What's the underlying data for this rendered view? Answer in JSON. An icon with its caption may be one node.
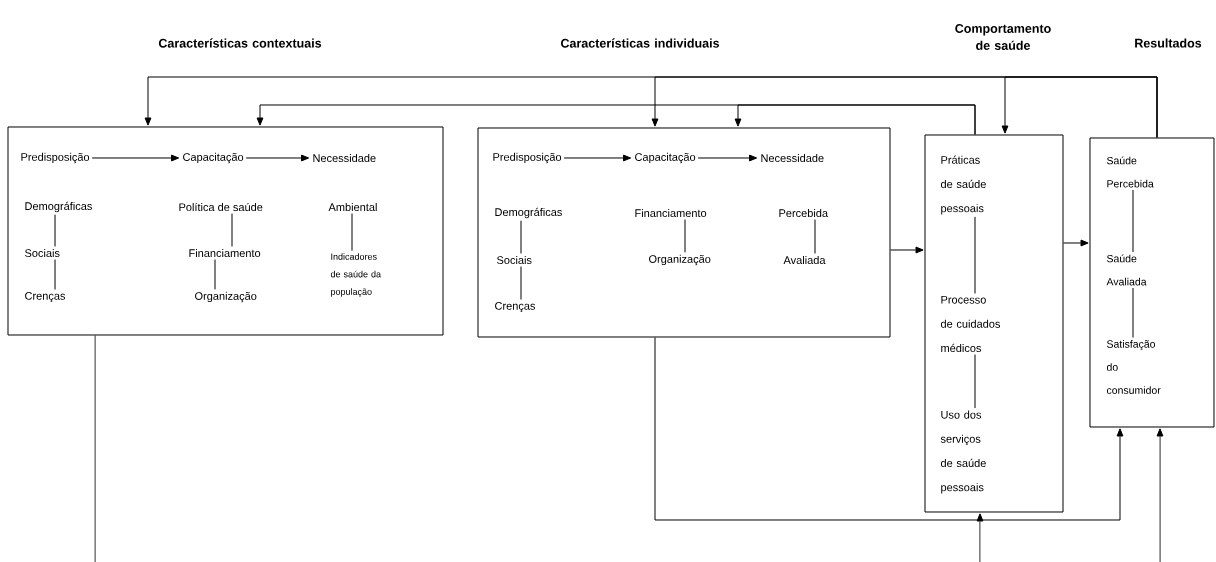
{
  "diagram": {
    "nodes": [
      {
        "text": [],
        "shape": "box"
      },
      {
        "text": [
          "Predisposição"
        ],
        "in": 0
      },
      {
        "text": [
          "Capacitação"
        ],
        "in": 0
      },
      {
        "text": [
          "Necessidade"
        ],
        "in": 0
      },
      {
        "text": [
          "Demográficas"
        ],
        "in": 0
      },
      {
        "text": [
          "Política de saúde"
        ],
        "in": 0
      },
      {
        "text": [
          "Ambiental"
        ],
        "in": 0
      },
      {
        "text": [
          "Sociais"
        ],
        "in": 0
      },
      {
        "text": [
          "Financiamento"
        ],
        "in": 0
      },
      {
        "text": [
          "Indicadores de saúde da população"
        ],
        "in": 0
      },
      {
        "text": [
          "Crenças"
        ],
        "in": 0
      },
      {
        "text": [
          "Organização"
        ],
        "in": 0
      },
      {
        "text": [],
        "shape": "box"
      },
      {
        "text": [
          "Predisposição"
        ],
        "in": 12
      },
      {
        "text": [
          "Capacitação"
        ],
        "in": 12
      },
      {
        "text": [
          "Necessidade"
        ],
        "in": 12
      },
      {
        "text": [
          "Demográficas"
        ],
        "in": 12
      },
      {
        "text": [
          "Financiamento"
        ],
        "in": 12
      },
      {
        "text": [
          "Percebida"
        ],
        "in": 12
      },
      {
        "text": [
          "Sociais"
        ],
        "in": 12
      },
      {
        "text": [
          "Organização"
        ],
        "in": 12
      },
      {
        "text": [
          "Avaliada"
        ],
        "in": 12
      },
      {
        "text": [
          "Crenças"
        ],
        "in": 12
      },
      {
        "text": [],
        "shape": "box"
      },
      {
        "text": [
          "Práticas de saúde pessoais"
        ],
        "in": 23
      },
      {
        "text": [
          "Processo de cuidados médicos"
        ],
        "in": 23
      },
      {
        "text": [
          "Uso dos serviços de saúde pessoais"
        ],
        "in": 23
      },
      {
        "text": [],
        "shape": "box"
      },
      {
        "text": [
          "Saúde Percebida"
        ],
        "in": 27
      },
      {
        "text": [
          "Saúde Avaliada"
        ],
        "in": 27
      },
      {
        "text": [
          "Satisfação do consumidor"
        ],
        "in": 27
      }
    ],
    "edges": [
      {
        "from": 1,
        "to": 2,
        "arrow": "to"
      },
      {
        "from": 2,
        "to": 3,
        "arrow": "to"
      },
      {
        "from": 4,
        "to": 7,
        "arrow": "none"
      },
      {
        "from": 7,
        "to": 10,
        "arrow": "none"
      },
      {
        "from": 5,
        "to": 8,
        "arrow": "none"
      },
      {
        "from": 8,
        "to": 11,
        "arrow": "none"
      },
      {
        "from": 6,
        "to": 9,
        "arrow": "none"
      },
      {
        "from": 13,
        "to": 14,
        "arrow": "to"
      },
      {
        "from": 14,
        "to": 15,
        "arrow": "to"
      },
      {
        "from": 16,
        "to": 19,
        "arrow": "none"
      },
      {
        "from": 19,
        "to": 22,
        "arrow": "none"
      },
      {
        "from": 17,
        "to": 20,
        "arrow": "none"
      },
      {
        "from": 18,
        "to": 21,
        "arrow": "none"
      },
      {
        "from": 24,
        "to": 25,
        "arrow": "none"
      },
      {
        "from": 25,
        "to": 26,
        "arrow": "none"
      },
      {
        "from": 28,
        "to": 29,
        "arrow": "none"
      },
      {
        "from": 29,
        "to": 30,
        "arrow": "none"
      },
      {
        "from": 27,
        "to": 0,
        "arrow": "to"
      },
      {
        "from": 27,
        "to": 12,
        "arrow": "to"
      },
      {
        "from": 27,
        "to": 23,
        "arrow": "to"
      },
      {
        "from": 23,
        "to": 0,
        "arrow": "to"
      },
      {
        "from": 23,
        "to": 12,
        "arrow": "to"
      },
      {
        "from": 12,
        "to": 23,
        "arrow": "to"
      },
      {
        "from": 23,
        "to": 27,
        "arrow": "to"
      },
      {
        "from": 12,
        "to": 27,
        "arrow": "to"
      },
      {
        "from": 0,
        "to": null,
        "arrow": "none"
      },
      {
        "from": null,
        "to": 23,
        "arrow": "to"
      },
      {
        "from": null,
        "to": 27,
        "arrow": "to"
      }
    ],
    "labels": [
      "Características contextuais",
      "Características individuais",
      "Comportamento de saúde",
      "Resultados"
    ]
  }
}
